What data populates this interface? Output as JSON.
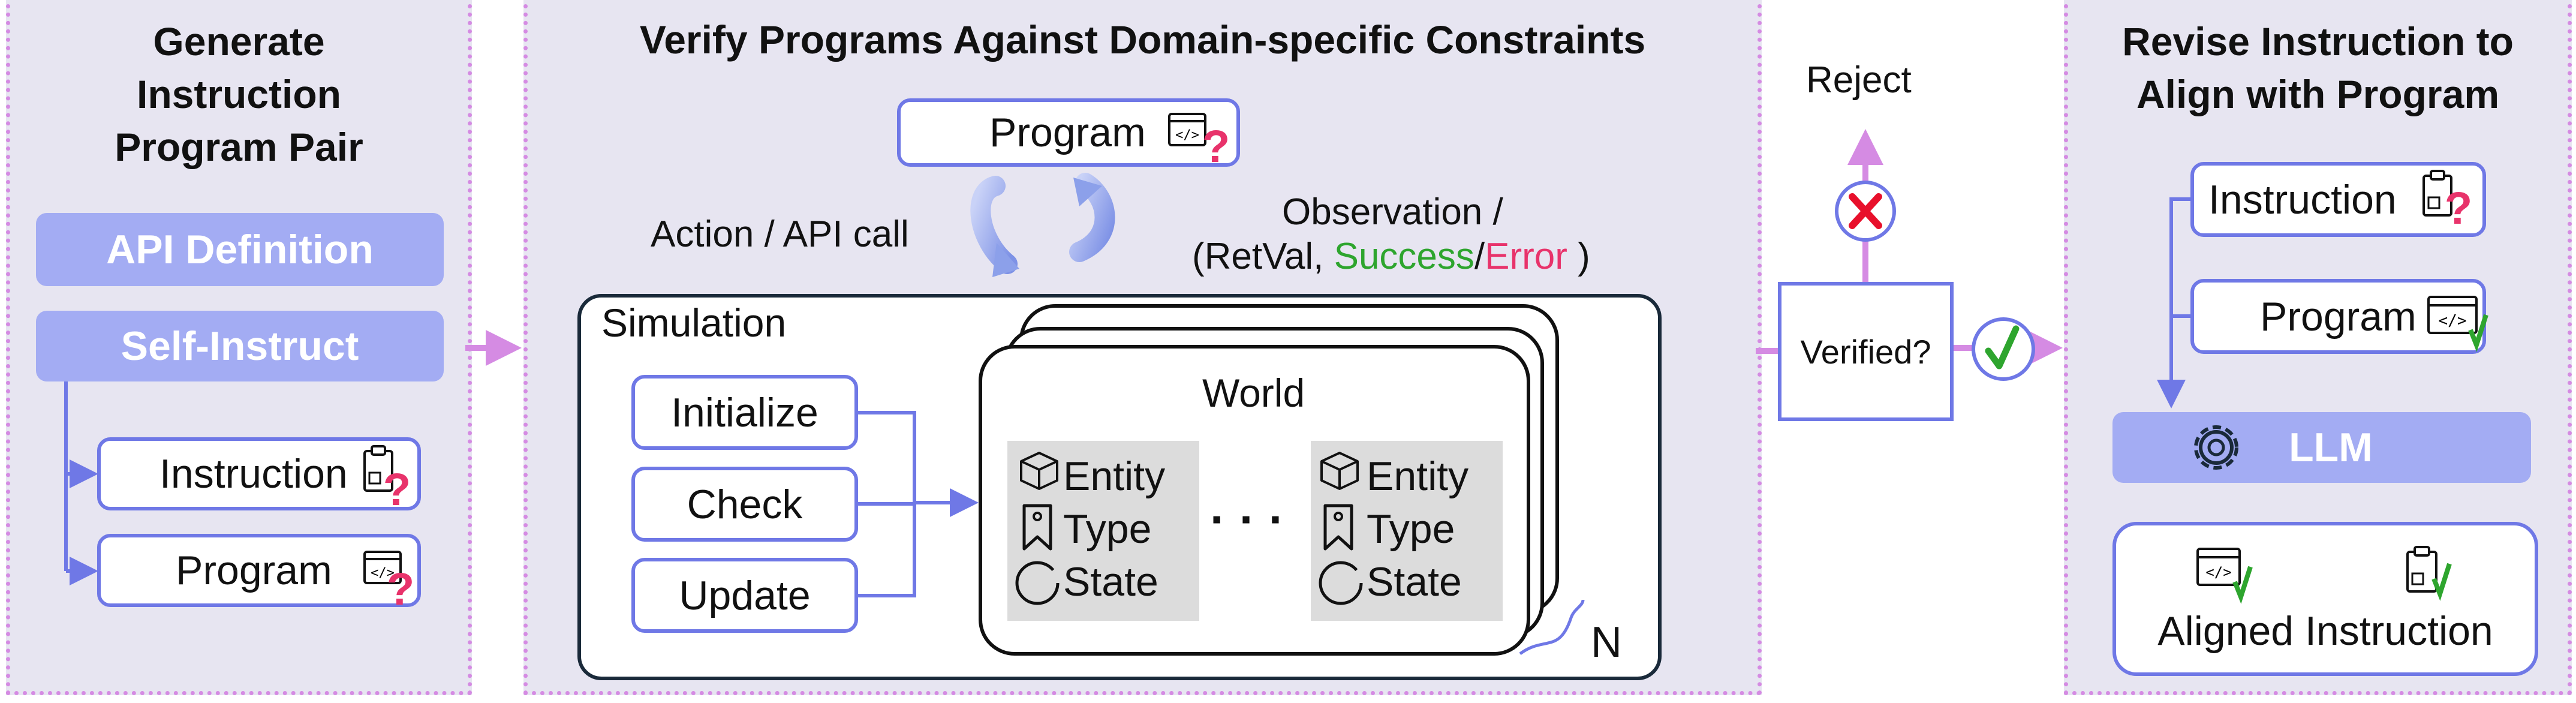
{
  "panels": {
    "generate": {
      "title_lines": [
        "Generate",
        "Instruction",
        "Program Pair"
      ],
      "api_definition": "API Definition",
      "self_instruct": "Self-Instruct",
      "instruction": "Instruction",
      "program": "Program"
    },
    "verify": {
      "title": "Verify Programs Against Domain-specific Constraints",
      "program": "Program",
      "action_label": "Action / API call",
      "observation_line1": "Observation /",
      "observation_open": "(RetVal, ",
      "observation_success": "Success",
      "observation_slash": "/",
      "observation_error": "Error",
      "observation_close": " )",
      "simulation": "Simulation",
      "initialize": "Initialize",
      "check": "Check",
      "update": "Update",
      "world": "World",
      "entity": "Entity",
      "type": "Type",
      "state": "State",
      "ellipsis": "· · ·",
      "n_label": "N"
    },
    "decision": {
      "reject": "Reject",
      "verified": "Verified?"
    },
    "revise": {
      "title_lines": [
        "Revise Instruction to",
        "Align with Program"
      ],
      "instruction": "Instruction",
      "program": "Program",
      "llm": "LLM",
      "aligned": "Aligned Instruction"
    }
  },
  "colors": {
    "panel_bg": "#e7e5f1",
    "panel_border": "#d58be3",
    "box_border": "#6f78e6",
    "filled_box": "#a3acf3",
    "success": "#2ea52e",
    "error": "#e8336b",
    "reject_x": "#e8102b"
  },
  "icons": [
    "code-window-icon",
    "clipboard-icon",
    "question-mark-icon",
    "check-mark-icon",
    "cycle-arrows-icon",
    "cube-icon",
    "bookmark-icon",
    "circle-icon",
    "gear-icon",
    "x-mark-icon"
  ]
}
